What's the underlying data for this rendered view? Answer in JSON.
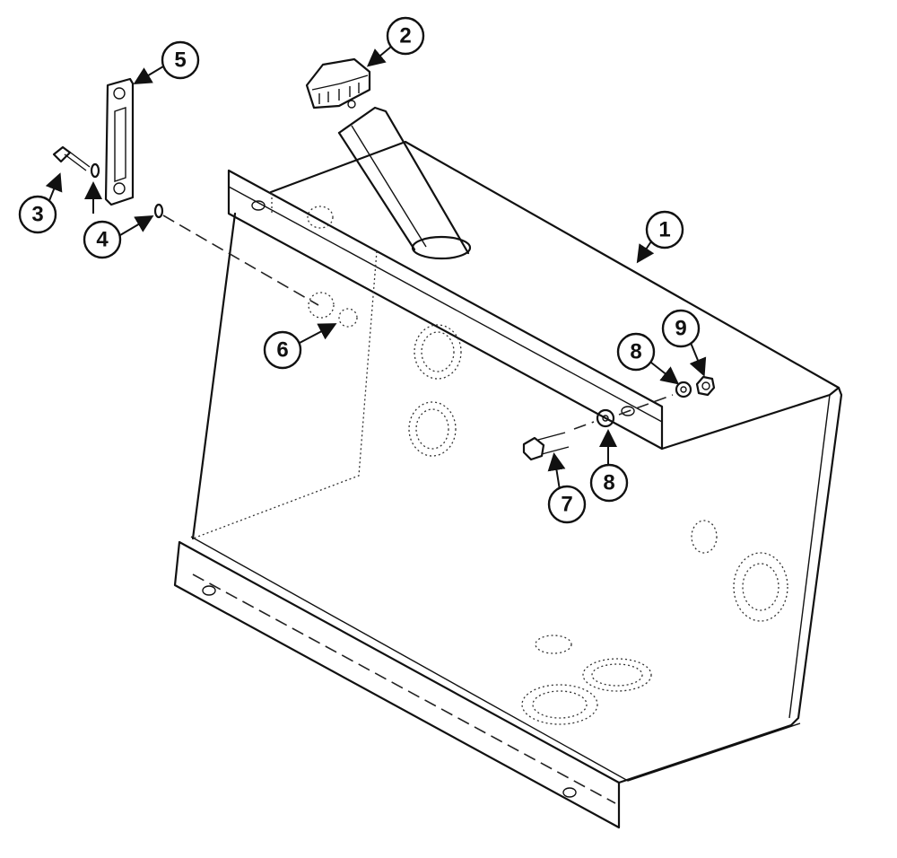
{
  "callouts": [
    {
      "id": "c1",
      "label": "1"
    },
    {
      "id": "c2",
      "label": "2"
    },
    {
      "id": "c3",
      "label": "3"
    },
    {
      "id": "c4a",
      "label": "4"
    },
    {
      "id": "c5",
      "label": "5"
    },
    {
      "id": "c6",
      "label": "6"
    },
    {
      "id": "c7",
      "label": "7"
    },
    {
      "id": "c8a",
      "label": "8"
    },
    {
      "id": "c8b",
      "label": "8"
    },
    {
      "id": "c9",
      "label": "9"
    }
  ]
}
